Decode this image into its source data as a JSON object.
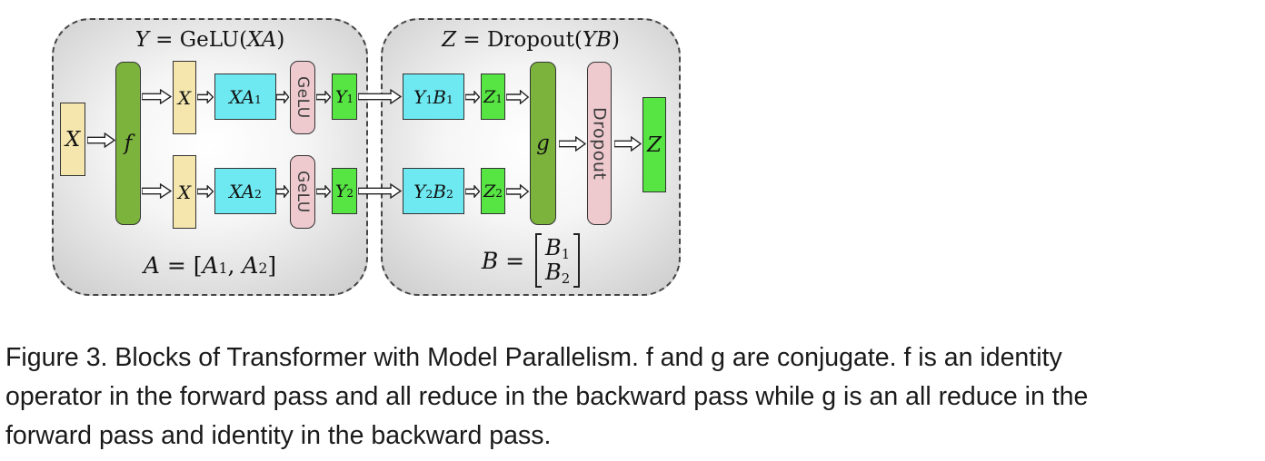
{
  "figure": {
    "left_panel": {
      "title": {
        "var": "Y",
        "eq": " = ",
        "fn": "GeLU(",
        "arg": "XA",
        "close": ")"
      },
      "input": {
        "base": "X"
      },
      "f_bar": {
        "base": "f"
      },
      "rows": [
        {
          "x": "X",
          "mat_base": "XA",
          "mat_sub": "1",
          "act": "GeLU",
          "out_base": "Y",
          "out_sub": "1"
        },
        {
          "x": "X",
          "mat_base": "XA",
          "mat_sub": "2",
          "act": "GeLU",
          "out_base": "Y",
          "out_sub": "2"
        }
      ],
      "formula": {
        "lhs": "A",
        "eq": " = [",
        "t1": "A",
        "s1": "1",
        "comma": ", ",
        "t2": "A",
        "s2": "2",
        "close": "]"
      }
    },
    "right_panel": {
      "title": {
        "var": "Z",
        "eq": " = ",
        "fn": "Dropout(",
        "arg": "YB",
        "close": ")"
      },
      "rows": [
        {
          "m1": "Y",
          "m1s": "1",
          "m2": "B",
          "m2s": "1",
          "out_base": "Z",
          "out_sub": "1"
        },
        {
          "m1": "Y",
          "m1s": "2",
          "m2": "B",
          "m2s": "2",
          "out_base": "Z",
          "out_sub": "2"
        }
      ],
      "g_bar": {
        "base": "g"
      },
      "dropout_label": "Dropout",
      "output": {
        "base": "Z"
      },
      "formula": {
        "lhs": "B",
        "eq": " = ",
        "r1b": "B",
        "r1s": "1",
        "r2b": "B",
        "r2s": "2"
      }
    }
  },
  "caption": {
    "lines": [
      "Figure 3. Blocks of Transformer with Model Parallelism. f and g are conjugate. f is an identity",
      "operator in the forward pass and all reduce in the backward pass while g is an all reduce in the",
      "forward pass and identity in the backward pass."
    ]
  },
  "colors": {
    "tan": "#f4e6ad",
    "cyan": "#6fe9f1",
    "green": "#57e544",
    "olive": "#7cb33d",
    "pink": "#eecacf",
    "panel_border": "#454545"
  }
}
